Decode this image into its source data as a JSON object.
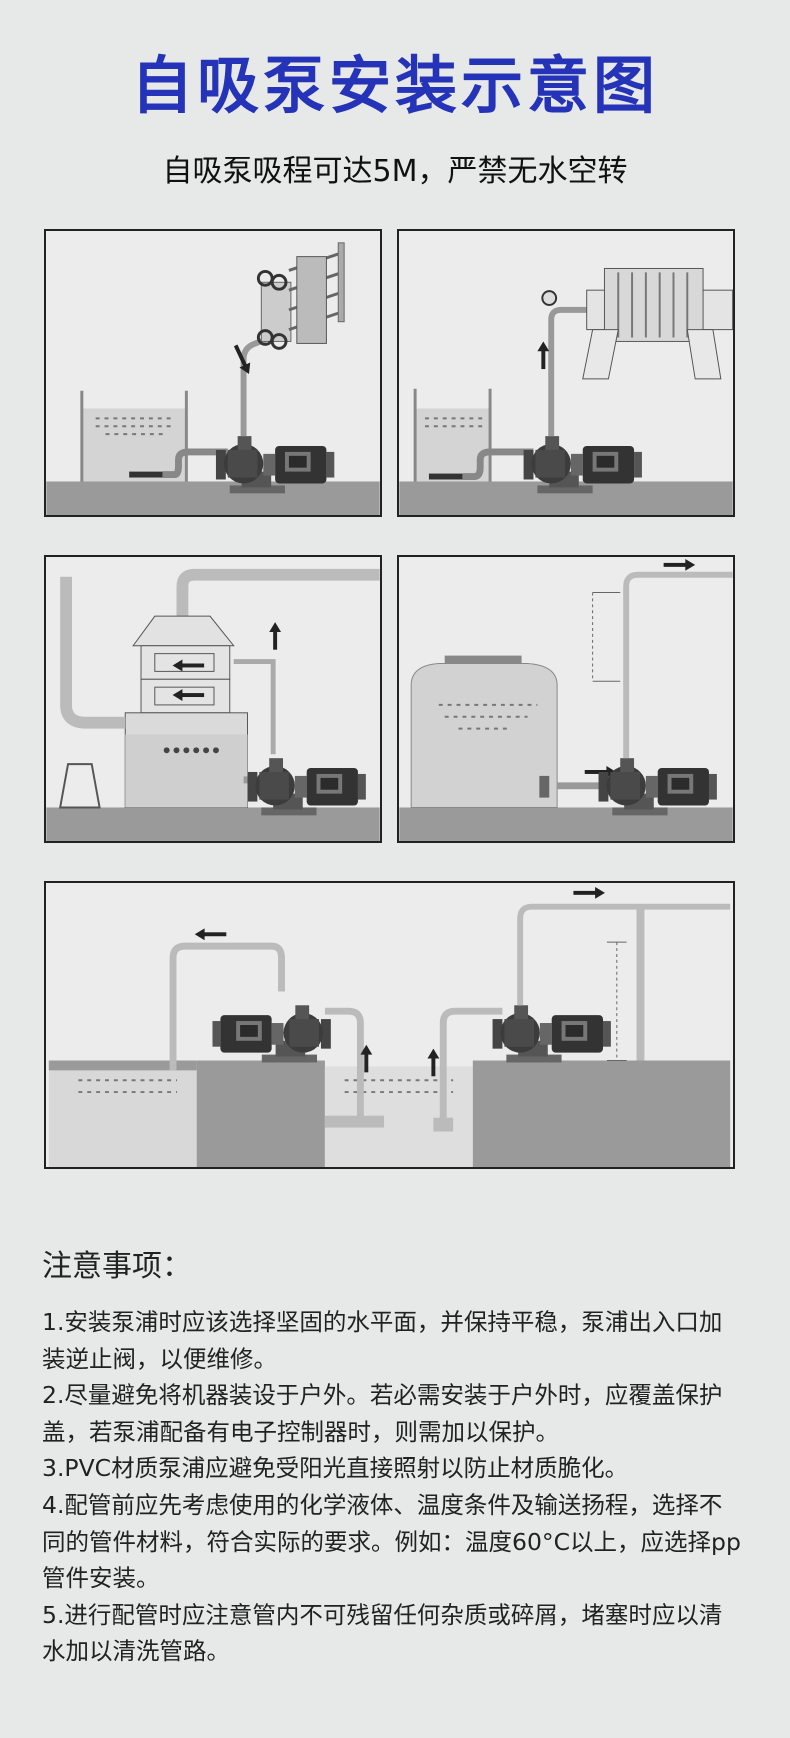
{
  "header": {
    "title": "自吸泵安装示意图",
    "subtitle": "自吸泵吸程可达5M，严禁无水空转"
  },
  "diagrams": [
    {
      "name": "plate-heat-exchanger-installation"
    },
    {
      "name": "filter-press-installation"
    },
    {
      "name": "scrubber-tower-installation"
    },
    {
      "name": "storage-tank-installation"
    },
    {
      "name": "pit-transfer-installation"
    }
  ],
  "colors": {
    "title": "#2433b8",
    "background": "#e7e8e8",
    "ground": "#9a9a9a"
  },
  "notes": {
    "heading": "注意事项：",
    "items": [
      "1.安装泵浦时应该选择坚固的水平面，并保持平稳，泵浦出入口加装逆止阀，以便维修。",
      "2.尽量避免将机器装设于户外。若必需安装于户外时，应覆盖保护盖，若泵浦配备有电子控制器时，则需加以保护。",
      "3.PVC材质泵浦应避免受阳光直接照射以防止材质脆化。",
      "4.配管前应先考虑使用的化学液体、温度条件及输送扬程，选择不同的管件材料，符合实际的要求。例如：温度60°C以上，应选择pp管件安装。",
      "5.进行配管时应注意管内不可残留任何杂质或碎屑，堵塞时应以清水加以清洗管路。"
    ]
  }
}
